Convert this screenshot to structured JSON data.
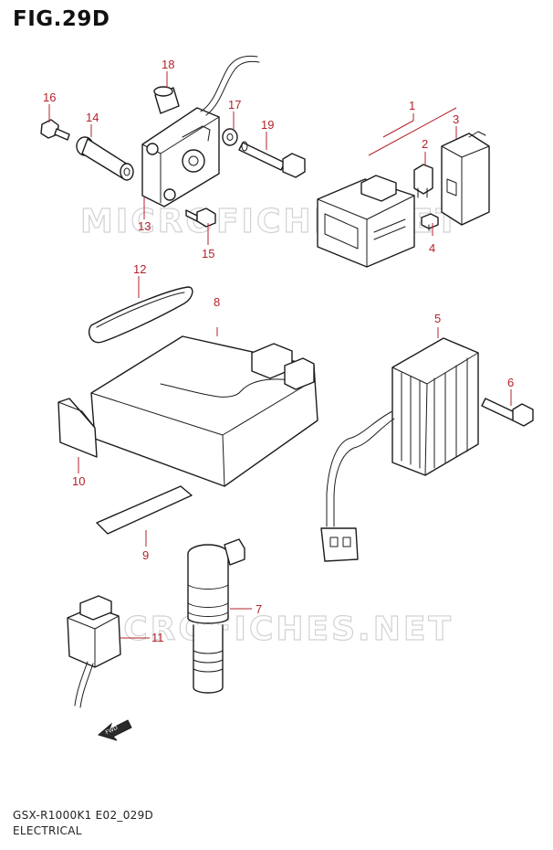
{
  "figure": {
    "title": "FIG.29D"
  },
  "watermark": {
    "text": "MICROFICHES.NET"
  },
  "callouts": [
    {
      "id": "1",
      "label": "1"
    },
    {
      "id": "2",
      "label": "2"
    },
    {
      "id": "3",
      "label": "3"
    },
    {
      "id": "4",
      "label": "4"
    },
    {
      "id": "5",
      "label": "5"
    },
    {
      "id": "6",
      "label": "6"
    },
    {
      "id": "7",
      "label": "7"
    },
    {
      "id": "8",
      "label": "8"
    },
    {
      "id": "9",
      "label": "9"
    },
    {
      "id": "10",
      "label": "10"
    },
    {
      "id": "11",
      "label": "11"
    },
    {
      "id": "12",
      "label": "12"
    },
    {
      "id": "13",
      "label": "13"
    },
    {
      "id": "14",
      "label": "14"
    },
    {
      "id": "15",
      "label": "15"
    },
    {
      "id": "16",
      "label": "16"
    },
    {
      "id": "17",
      "label": "17"
    },
    {
      "id": "18",
      "label": "18"
    },
    {
      "id": "19",
      "label": "19"
    }
  ],
  "fwd_arrow": {
    "label": "FWD"
  },
  "footer": {
    "model_code": "GSX-R1000K1 E02_029D",
    "section": "ELECTRICAL"
  },
  "colors": {
    "callout": "#b3232c",
    "line": "#1c1c1c",
    "watermark": "#d2d2d2"
  }
}
